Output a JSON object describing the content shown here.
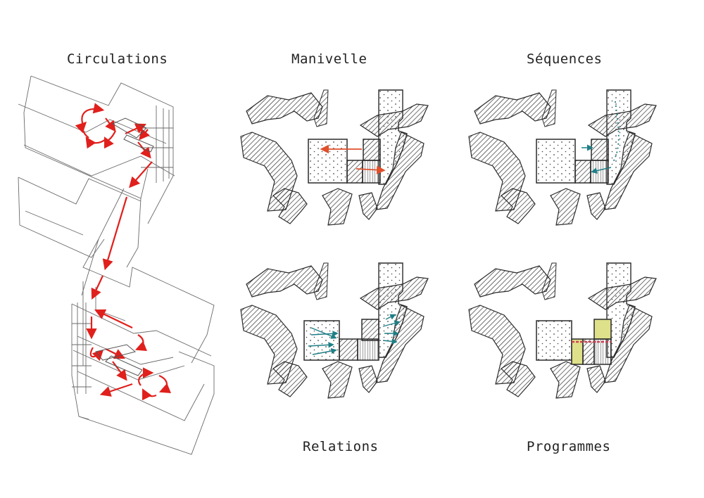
{
  "panels": {
    "circulations": {
      "title": "Circulations"
    },
    "manivelle": {
      "title": "Manivelle"
    },
    "sequences": {
      "title": "Séquences"
    },
    "relations": {
      "title": "Relations"
    },
    "programmes": {
      "title": "Programmes"
    }
  },
  "colors": {
    "ink": "#2a2a2a",
    "circulation_arrow": "#e0201c",
    "manivelle_arrow": "#e0502c",
    "relation_arrow": "#1f7f86",
    "sequence_arrow": "#1f7f86",
    "programme_fill": "#dfe08a",
    "programme_link": "#d04050"
  }
}
